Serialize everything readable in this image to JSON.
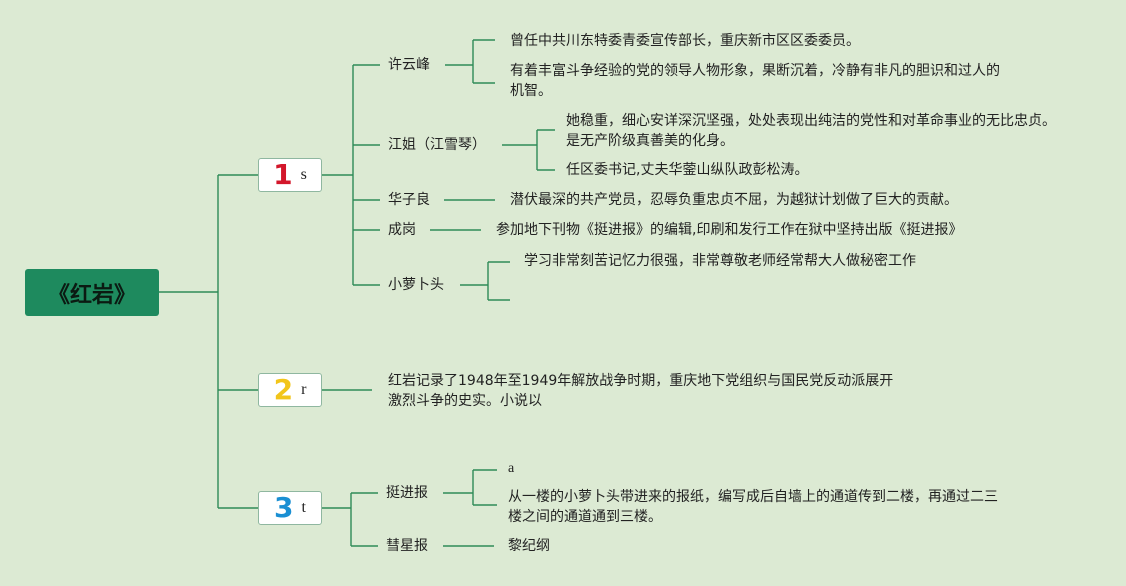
{
  "title": "《红岩》",
  "colors": {
    "background": "#dcead3",
    "line": "#2e8b57",
    "root": "#1e8a5e",
    "n1": "#d3172b",
    "n2": "#f2c51a",
    "n3": "#1a8fd3"
  },
  "branches": [
    {
      "num": "1",
      "text": "s"
    },
    {
      "num": "2",
      "text": "r"
    },
    {
      "num": "3",
      "text": "t"
    }
  ],
  "b1": {
    "xuyunfeng": {
      "name": "许云峰",
      "d1": "曾任中共川东特委青委宣传部长，重庆新市区区委委员。",
      "d2a": "有着丰富斗争经验的党的领导人物形象，果断沉着，冷静有非凡的胆识和过人的",
      "d2b": "机智。"
    },
    "jiangjie": {
      "name": "江姐（江雪琴）",
      "d1a": "她稳重，细心安详深沉坚强，处处表现出纯洁的党性和对革命事业的无比忠贞。",
      "d1b": "是无产阶级真善美的化身。",
      "d2": "任区委书记,丈夫华蓥山纵队政彭松涛。"
    },
    "huaziliang": {
      "name": "华子良",
      "d1": "潜伏最深的共产党员，忍辱负重忠贞不屈，为越狱计划做了巨大的贡献。"
    },
    "chenggang": {
      "name": "成岗",
      "d1": "参加地下刊物《挺进报》的编辑,印刷和发行工作在狱中坚持出版《挺进报》"
    },
    "xiaoluobotou": {
      "name": "小萝卜头",
      "d1": "学习非常刻苦记忆力很强，非常尊敬老师经常帮大人做秘密工作"
    }
  },
  "b2": {
    "line1": "红岩记录了1948年至1949年解放战争时期，重庆地下党组织与国民党反动派展开",
    "line2": "激烈斗争的史实。小说以"
  },
  "b3": {
    "tingjinbao": {
      "name": "挺进报",
      "d1": "a",
      "d2a": "从一楼的小萝卜头带进来的报纸，编写成后自墙上的通道传到二楼，再通过二三",
      "d2b": "楼之间的通道通到三楼。"
    },
    "huixingbao": {
      "name": "彗星报",
      "d1": "黎纪纲"
    }
  }
}
